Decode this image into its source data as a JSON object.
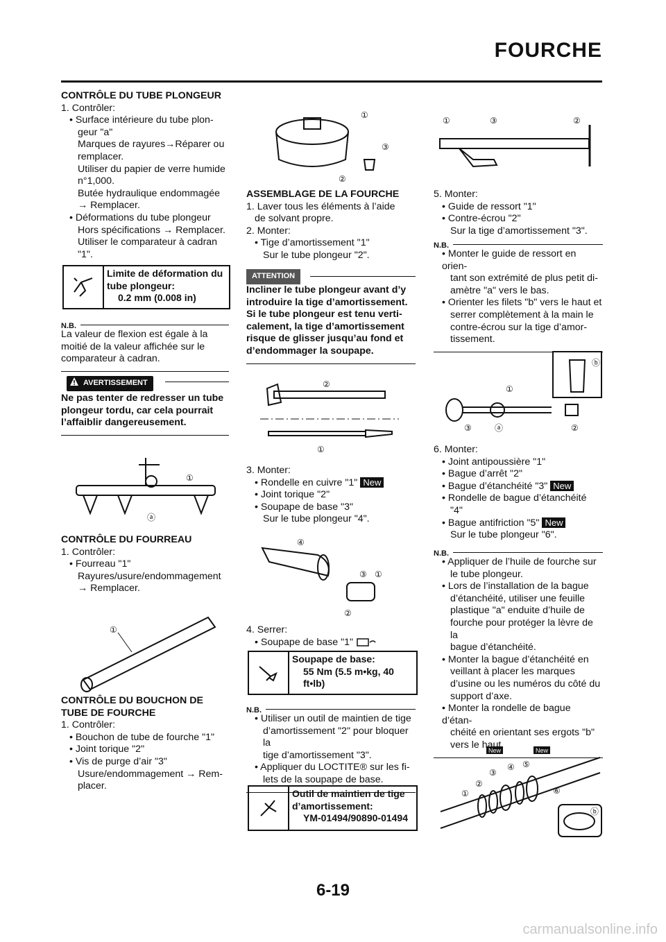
{
  "header": {
    "title": "FOURCHE"
  },
  "col1": {
    "s1": {
      "heading": "CONTRÔLE DU TUBE PLONGEUR",
      "lines": [
        "1. Contrôler:",
        "• Surface intérieure du tube plon-",
        "geur \"a\"",
        "Marques de rayures→Réparer ou",
        "remplacer.",
        "Utiliser du papier de verre humide",
        "n°1,000.",
        "Butée hydraulique endommagée",
        "→ Remplacer.",
        "• Déformations du tube plongeur",
        "Hors spécifications → Remplacer.",
        "Utiliser le comparateur à cadran",
        "\"1\"."
      ],
      "spec": [
        "Limite de déformation du",
        "tube plongeur:",
        "0.2 mm (0.008 in)"
      ]
    },
    "nb1": {
      "label": "N.B.",
      "lines": [
        "La valeur de flexion est égale à la",
        "moitié de la valeur affichée sur le",
        "comparateur à cadran."
      ]
    },
    "warning": {
      "label": "AVERTISSEMENT",
      "lines": [
        "Ne pas tenter de redresser un tube",
        "plongeur tordu, car cela pourrait",
        "l’affaiblir dangereusement."
      ]
    },
    "s2": {
      "heading": "CONTRÔLE DU FOURREAU",
      "lines": [
        "1. Contrôler:",
        "• Fourreau \"1\"",
        "Rayures/usure/endommagement",
        "→ Remplacer."
      ]
    },
    "s3": {
      "heading": [
        "CONTRÔLE DU BOUCHON DE",
        "TUBE DE FOURCHE"
      ],
      "lines": [
        "1. Contrôler:",
        "• Bouchon de tube de fourche \"1\"",
        "• Joint torique \"2\"",
        "• Vis de purge d’air \"3\"",
        "Usure/endommagement → Rem-",
        "placer."
      ]
    }
  },
  "col2": {
    "s1": {
      "heading": "ASSEMBLAGE DE LA FOURCHE",
      "lines": [
        "1. Laver tous les éléments à l’aide",
        "de solvant propre.",
        "2. Monter:",
        "• Tige d’amortissement \"1\"",
        "Sur le tube plongeur \"2\"."
      ]
    },
    "attention": {
      "label": "ATTENTION",
      "lines": [
        "Incliner le tube plongeur avant d’y",
        "introduire la tige d’amortissement.",
        "Si le tube plongeur est tenu verti-",
        "calement, la tige d’amortissement",
        "risque de glisser jusqu’au fond et",
        "d’endommager la soupape."
      ]
    },
    "s3": {
      "lines": [
        "3. Monter:",
        "• Rondelle en cuivre \"1\"",
        "• Joint torique \"2\"",
        "• Soupape de base \"3\"",
        "Sur le tube plongeur \"4\"."
      ],
      "new": "New"
    },
    "s4": {
      "lines": [
        "4. Serrer:",
        "• Soupape de base \"1\""
      ],
      "spec": [
        "Soupape de base:",
        "55 Nm (5.5 m•kg, 40",
        "ft•lb)"
      ]
    },
    "nb": {
      "label": "N.B.",
      "lines": [
        "• Utiliser un outil de maintien de tige",
        "d’amortissement \"2\" pour bloquer la",
        "tige d’amortissement \"3\".",
        "• Appliquer du LOCTITE® sur les fi-",
        "lets de la soupape de base."
      ]
    },
    "tool": [
      "Outil de maintien de tige",
      "d’amortissement:",
      "YM-01494/90890-01494"
    ]
  },
  "col3": {
    "s5": {
      "lines": [
        "5. Monter:",
        "• Guide de ressort \"1\"",
        "• Contre-écrou \"2\"",
        "Sur la tige d’amortissement \"3\"."
      ]
    },
    "nb5": {
      "label": "N.B.",
      "lines": [
        "• Monter le guide de ressort en orien-",
        "tant son extrémité de plus petit di-",
        "amètre \"a\" vers le bas.",
        "• Orienter les filets \"b\" vers le haut et",
        "serrer complètement à la main le",
        "contre-écrou sur la tige d’amor-",
        "tissement."
      ]
    },
    "s6": {
      "lines": [
        "6. Monter:",
        "• Joint antipoussière \"1\"",
        "• Bague d’arrêt \"2\"",
        "• Bague d’étanchéité \"3\"",
        "• Rondelle de bague d’étanchéité",
        "\"4\"",
        "• Bague antifriction \"5\"",
        "Sur le tube plongeur \"6\"."
      ],
      "new": "New"
    },
    "nb6": {
      "label": "N.B.",
      "lines": [
        "• Appliquer de l’huile de fourche sur",
        "le tube plongeur.",
        "• Lors de l’installation de la bague",
        "d’étanchéité, utiliser une feuille",
        "plastique \"a\" enduite d’huile de",
        "fourche pour protéger la lèvre de la",
        "bague d’étanchéité.",
        "• Monter la bague d’étanchéité en",
        "veillant à placer les marques",
        "d’usine ou les numéros du côté du",
        "support d’axe.",
        "• Monter la rondelle de bague d’étan-",
        "chéité en orientant ses ergots \"b\"",
        "vers le haut."
      ]
    }
  },
  "page_number": "6-19",
  "watermark": "carmanualsonline.info"
}
